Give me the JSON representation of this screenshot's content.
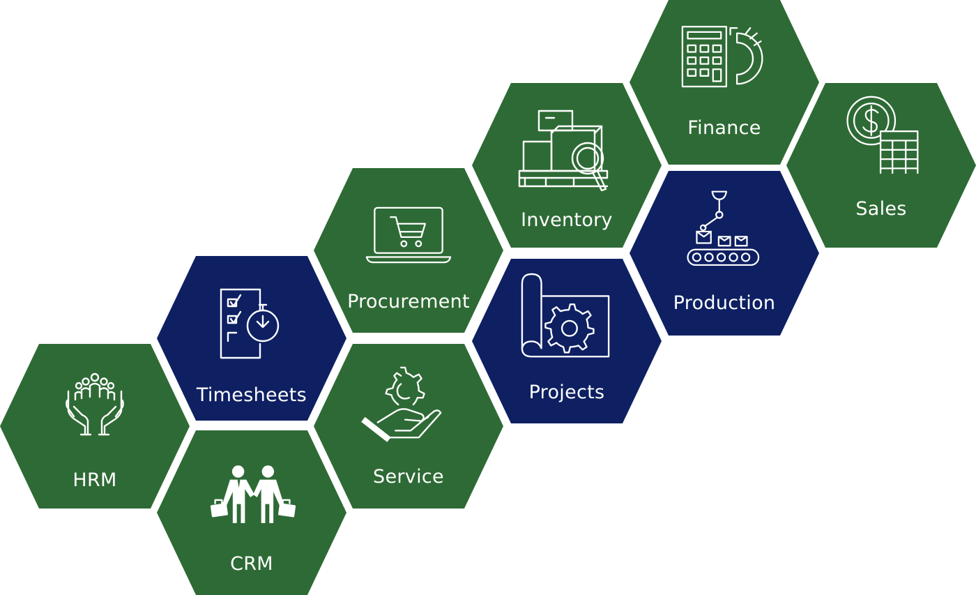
{
  "modules": [
    {
      "id": "hrm",
      "label": "HRM",
      "icon": "hands-people-icon",
      "color": "#2e6a35"
    },
    {
      "id": "timesheets",
      "label": "Timesheets",
      "icon": "checklist-stopwatch-icon",
      "color": "#0e2062"
    },
    {
      "id": "crm",
      "label": "CRM",
      "icon": "handshake-icon",
      "color": "#2e6a35"
    },
    {
      "id": "procurement",
      "label": "Procurement",
      "icon": "laptop-cart-icon",
      "color": "#2e6a35"
    },
    {
      "id": "service",
      "label": "Service",
      "icon": "hand-gear-icon",
      "color": "#2e6a35"
    },
    {
      "id": "inventory",
      "label": "Inventory",
      "icon": "boxes-magnifier-icon",
      "color": "#2e6a35"
    },
    {
      "id": "projects",
      "label": "Projects",
      "icon": "blueprint-gear-icon",
      "color": "#0e2062"
    },
    {
      "id": "finance",
      "label": "Finance",
      "icon": "calculator-chart-icon",
      "color": "#2e6a35"
    },
    {
      "id": "production",
      "label": "Production",
      "icon": "robot-arm-conveyor-icon",
      "color": "#0e2062"
    },
    {
      "id": "sales",
      "label": "Sales",
      "icon": "dollar-coin-sheet-icon",
      "color": "#2e6a35"
    }
  ]
}
